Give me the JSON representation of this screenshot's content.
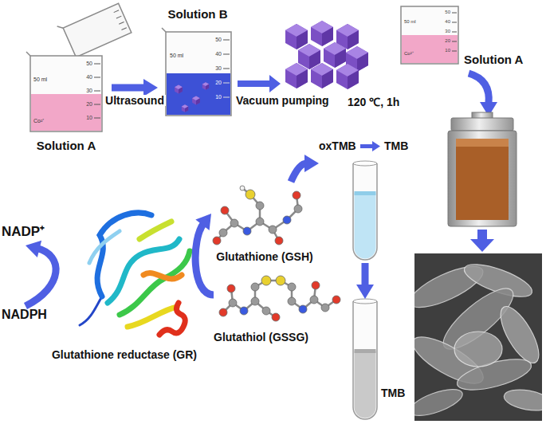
{
  "diagram": {
    "nodes": [
      {
        "text": [
          "Solution A"
        ]
      },
      {
        "text": [
          "Solution B"
        ]
      },
      {
        "text": [
          "Solution A"
        ]
      },
      {
        "text": [
          "NADP⁺"
        ]
      },
      {
        "text": [
          "Glutathione (GSH)"
        ]
      },
      {
        "text": [
          "oxTMB",
          "TMB"
        ]
      },
      {
        "text": [
          "Glutathione reductase (GR)"
        ]
      },
      {
        "text": [
          "NADPH"
        ]
      },
      {
        "text": [
          "Glutathiol (GSSG)"
        ]
      },
      {
        "text": [
          "TMB"
        ]
      }
    ],
    "edges": [
      {
        "from": 0,
        "to": 1,
        "label": "Ultrasound",
        "arrow": "to"
      },
      {
        "from": 8,
        "to": 4,
        "arrow": "to"
      },
      {
        "from": 4,
        "to": 5,
        "arrow": "to"
      },
      {
        "from": 5,
        "to": 9,
        "arrow": "to"
      },
      {
        "from": 7,
        "to": 3,
        "arrow": "to"
      }
    ],
    "labels": [
      "Vacuum pumping",
      "120 ℃, 1h",
      "50",
      "40",
      "30",
      "20",
      "10",
      "50 ml",
      "Co²⁺",
      "50",
      "40",
      "30",
      "20",
      "10",
      "50 ml",
      "50",
      "40",
      "30",
      "20",
      "10",
      "50 ml",
      "Co²⁺"
    ]
  }
}
